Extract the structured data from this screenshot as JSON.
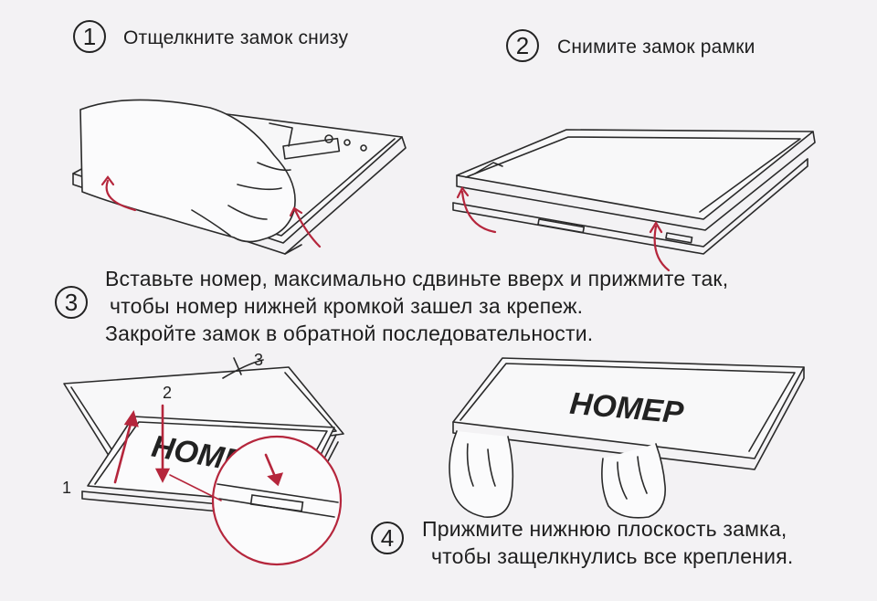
{
  "steps": [
    {
      "number": "1",
      "text": "Отщелкните замок снизу"
    },
    {
      "number": "2",
      "text": "Снимите замок рамки"
    },
    {
      "number": "3",
      "lines": [
        "Вставьте номер, максимально сдвиньте вверх и прижмите так,",
        "чтобы номер нижней кромкой зашел за крепеж.",
        "Закройте замок в обратной последовательности."
      ]
    },
    {
      "number": "4",
      "lines": [
        "Прижмите нижнюю плоскость замка,",
        "чтобы защелкнулись все крепления."
      ]
    }
  ],
  "illustrations": {
    "plate_text": "НОМЕР",
    "callouts": [
      "1",
      "2",
      "3"
    ]
  },
  "colors": {
    "arrow": "#b5263c",
    "line": "#2a2a2a",
    "background": "#f3f2f4"
  }
}
